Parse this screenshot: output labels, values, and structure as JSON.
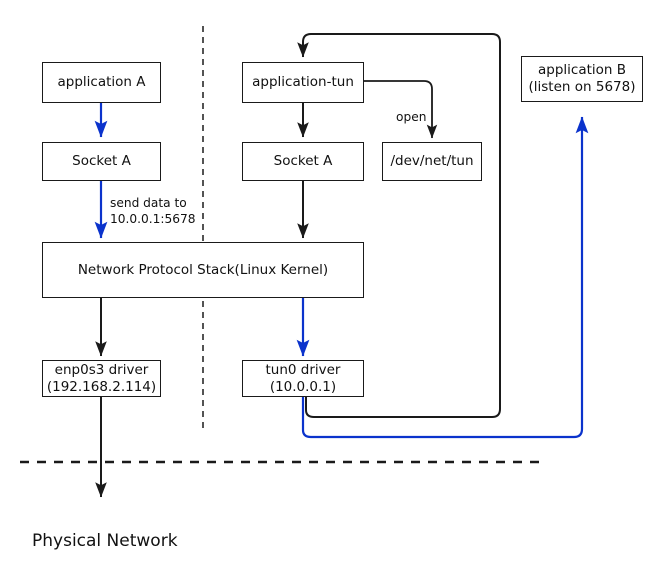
{
  "diagram": {
    "title": "TUN device packet flow diagram",
    "colors": {
      "stroke": "#1a1a1a",
      "blue": "#0b33cc",
      "red": "#e8000d",
      "background": "#ffffff"
    },
    "nodes": {
      "application_a": {
        "lines": [
          "application A"
        ]
      },
      "socket_a_left": {
        "lines": [
          "Socket A"
        ]
      },
      "application_tun": {
        "lines": [
          "application-tun"
        ]
      },
      "socket_a_right": {
        "lines": [
          "Socket A"
        ]
      },
      "dev_net_tun": {
        "lines": [
          "/dev/net/tun"
        ]
      },
      "application_b": {
        "lines": [
          "application B",
          "(listen on 5678)"
        ]
      },
      "kernel": {
        "lines": [
          "Network Protocol Stack(Linux Kernel)"
        ]
      },
      "enp0s3": {
        "lines": [
          "enp0s3 driver",
          "(192.168.2.114)"
        ]
      },
      "tun0": {
        "lines": [
          "tun0 driver",
          "(10.0.0.1)"
        ]
      }
    },
    "edge_labels": {
      "send_data": {
        "line1": "send data to",
        "line2": "10.0.0.1:5678"
      },
      "open": {
        "text": "open"
      }
    },
    "free_labels": {
      "physical_network": {
        "text": "Physical Network"
      }
    }
  }
}
